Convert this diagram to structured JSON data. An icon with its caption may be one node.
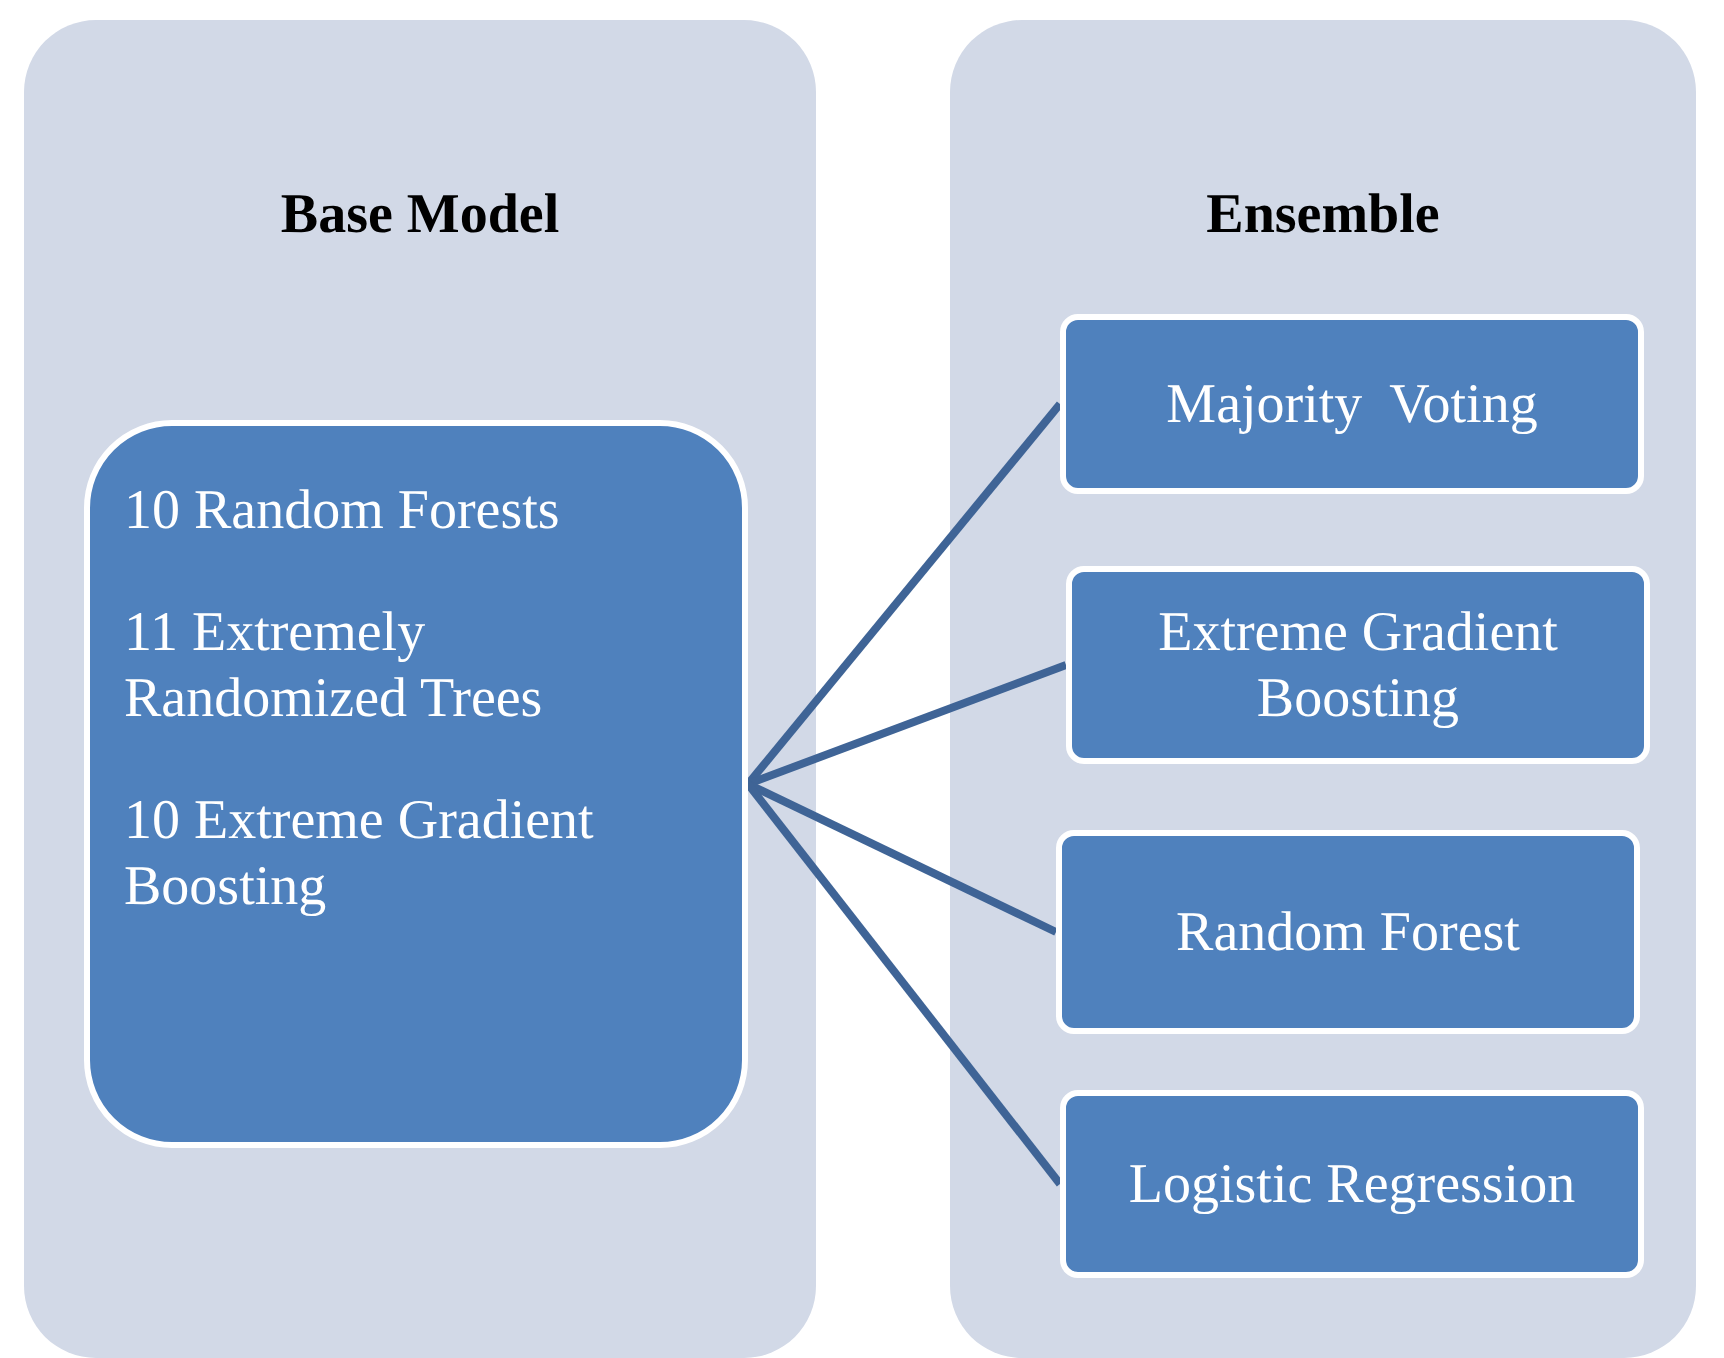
{
  "diagram": {
    "nodes": [
      {
        "text": [
          "Base Model"
        ]
      },
      {
        "text": [
          "10 Random Forests",
          "11 Extremely Randomized Trees",
          "10 Extreme Gradient Boosting"
        ],
        "in": 0
      },
      {
        "text": [
          "Ensemble"
        ]
      },
      {
        "text": [
          "Majority  Voting"
        ],
        "in": 2
      },
      {
        "text": [
          "Extreme Gradient Boosting"
        ],
        "in": 2
      },
      {
        "text": [
          "Random Forest"
        ],
        "in": 2
      },
      {
        "text": [
          "Logistic Regression"
        ],
        "in": 2
      }
    ],
    "edges": [
      {
        "from": 1,
        "to": 3,
        "arrow": "none"
      },
      {
        "from": 1,
        "to": 4,
        "arrow": "none"
      },
      {
        "from": 1,
        "to": 5,
        "arrow": "none"
      },
      {
        "from": 1,
        "to": 6,
        "arrow": "none"
      }
    ]
  }
}
